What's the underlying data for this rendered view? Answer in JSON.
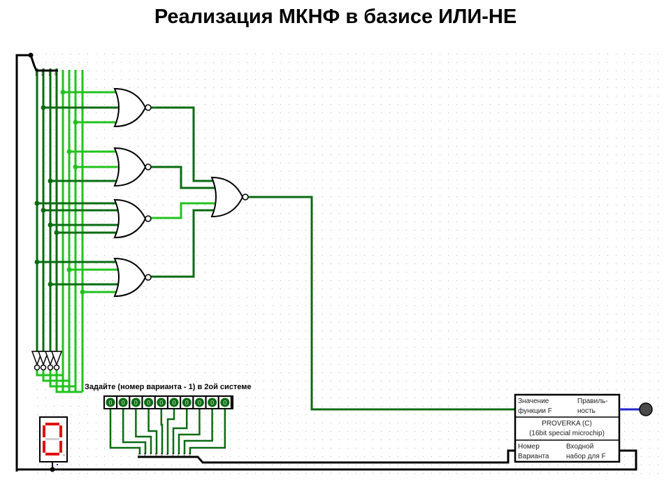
{
  "title": "Реализация МКНФ в базисе ИЛИ-НЕ",
  "colors": {
    "wire_dark": "#0a6b12",
    "wire_light": "#22c21e",
    "wire_black": "#000000",
    "wire_blue": "#2222cc",
    "probe": "#4a4a4a",
    "segment_on": "#e01010",
    "segment_off": "#d0d0d0",
    "grid_dot": "#b0b0b0"
  },
  "bus_top": {
    "pin_labels": [
      "3",
      "2",
      "1",
      "0"
    ]
  },
  "inverters": {
    "count": 4
  },
  "nor_gates": [
    {
      "id": "nor-1",
      "inputs": [
        "light",
        "dark",
        "light"
      ],
      "output": "dark"
    },
    {
      "id": "nor-2",
      "inputs": [
        "light",
        "light",
        "dark"
      ],
      "output": "dark"
    },
    {
      "id": "nor-3",
      "inputs": [
        "dark",
        "dark",
        "dark",
        "dark"
      ],
      "output": "light"
    },
    {
      "id": "nor-4",
      "inputs": [
        "dark",
        "light",
        "dark",
        "light"
      ],
      "output": "dark"
    }
  ],
  "final_gate": {
    "id": "nor-final",
    "inputs": 4
  },
  "switch_bank": {
    "instruction": "Задайте (номер варианта - 1) в 2ой системе",
    "switches": [
      "0",
      "0",
      "0",
      "0",
      "0",
      "0",
      "0",
      "0",
      "0",
      "0"
    ]
  },
  "bus_bottom": {
    "pin_labels": [
      "0",
      "8",
      "7",
      "6",
      "5",
      "4",
      "3",
      "2",
      "1",
      "0"
    ]
  },
  "seven_segment": {
    "displayed_digit": "0"
  },
  "checker_chip": {
    "top_left": [
      "Значение",
      "функции F"
    ],
    "top_right": [
      "Правиль-",
      "ность"
    ],
    "name": "PROVERKA (C)",
    "subtitle": "(16bit special microchip)",
    "bottom_left": [
      "Номер",
      "Варианта"
    ],
    "bottom_right": [
      "Входной",
      "набор для F"
    ]
  },
  "output_probe": {
    "state": "off"
  }
}
